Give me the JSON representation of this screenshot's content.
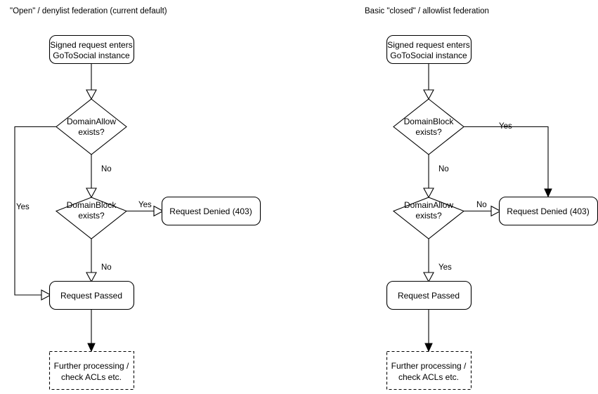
{
  "diagram": {
    "title_left": "\"Open\" / denylist federation (current default)",
    "title_right": "Basic \"closed\" / allowlist federation"
  },
  "panels": [
    {
      "id": "denylist",
      "title": "\"Open\" / denylist federation (current default)",
      "nodes": {
        "entry_line1": "Signed request enters",
        "entry_line2": "GoToSocial instance",
        "decision1_line1": "DomainAllow",
        "decision1_line2": "exists?",
        "decision2_line1": "DomainBlock",
        "decision2_line2": "exists?",
        "denied": "Request Denied (403)",
        "passed": "Request Passed",
        "further_line1": "Further processing /",
        "further_line2": "check ACLs etc."
      },
      "edge_labels": {
        "allow_yes": "Yes",
        "allow_no": "No",
        "block_yes": "Yes",
        "block_no": "No"
      }
    },
    {
      "id": "allowlist",
      "title": "Basic \"closed\" / allowlist federation",
      "nodes": {
        "entry_line1": "Signed request enters",
        "entry_line2": "GoToSocial instance",
        "decision1_line1": "DomainBlock",
        "decision1_line2": "exists?",
        "decision2_line1": "DomainAllow",
        "decision2_line2": "exists?",
        "denied": "Request Denied (403)",
        "passed": "Request Passed",
        "further_line1": "Further processing /",
        "further_line2": "check ACLs etc."
      },
      "edge_labels": {
        "block_yes": "Yes",
        "block_no": "No",
        "allow_no": "No",
        "allow_yes": "Yes"
      }
    }
  ],
  "colors": {
    "stroke": "#000000",
    "fill": "#ffffff",
    "text": "#000000"
  }
}
